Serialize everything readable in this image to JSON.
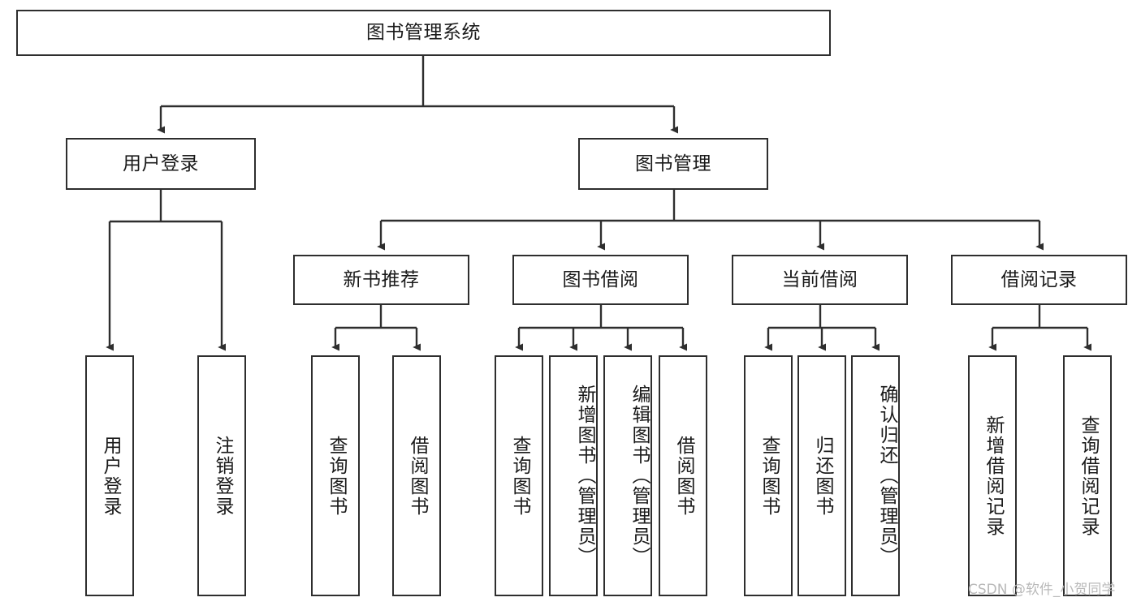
{
  "diagram": {
    "title": "图书管理系统",
    "type": "tree-hierarchy",
    "orientation": "top-down",
    "root": {
      "id": "root",
      "label": "图书管理系统"
    },
    "level1": [
      {
        "id": "user-login",
        "label": "用户登录"
      },
      {
        "id": "book-manage",
        "label": "图书管理"
      }
    ],
    "level2": [
      {
        "id": "new-book-rec",
        "label": "新书推荐",
        "parent": "book-manage"
      },
      {
        "id": "book-borrow",
        "label": "图书借阅",
        "parent": "book-manage"
      },
      {
        "id": "current-borrow",
        "label": "当前借阅",
        "parent": "book-manage"
      },
      {
        "id": "borrow-record",
        "label": "借阅记录",
        "parent": "book-manage"
      }
    ],
    "leaves": [
      {
        "id": "leaf-user-login",
        "label": "用户登录",
        "parent": "user-login"
      },
      {
        "id": "leaf-logout-login",
        "label": "注销登录",
        "parent": "user-login"
      },
      {
        "id": "leaf-query-book-1",
        "label": "查询图书",
        "parent": "new-book-rec"
      },
      {
        "id": "leaf-borrow-book-1",
        "label": "借阅图书",
        "parent": "new-book-rec"
      },
      {
        "id": "leaf-query-book-2",
        "label": "查询图书",
        "parent": "book-borrow"
      },
      {
        "id": "leaf-add-book",
        "label": "新增图书（管理员）",
        "parent": "book-borrow"
      },
      {
        "id": "leaf-edit-book",
        "label": "编辑图书（管理员）",
        "parent": "book-borrow"
      },
      {
        "id": "leaf-borrow-book-2",
        "label": "借阅图书",
        "parent": "book-borrow"
      },
      {
        "id": "leaf-query-book-3",
        "label": "查询图书",
        "parent": "current-borrow"
      },
      {
        "id": "leaf-return-book",
        "label": "归还图书",
        "parent": "current-borrow"
      },
      {
        "id": "leaf-confirm-return",
        "label": "确认归还（管理员）",
        "parent": "current-borrow"
      },
      {
        "id": "leaf-add-record",
        "label": "新增借阅记录",
        "parent": "borrow-record"
      },
      {
        "id": "leaf-query-record",
        "label": "查询借阅记录",
        "parent": "borrow-record"
      }
    ]
  },
  "watermark": {
    "text": "CSDN @软件_小贺同学"
  },
  "colors": {
    "stroke": "#2e2e2e",
    "fill": "#ffffff",
    "text": "#1a1a1a",
    "watermark": "#b9b9b9"
  }
}
